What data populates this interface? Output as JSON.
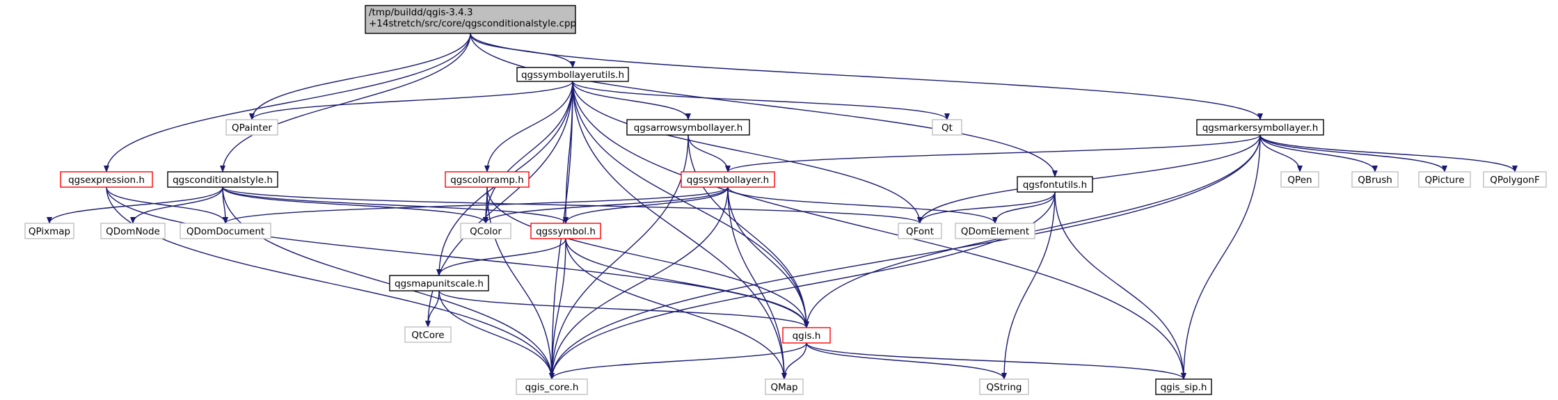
{
  "graph": {
    "nodes": [
      {
        "id": "src",
        "lines": [
          "/tmp/buildd/qgis-3.4.3",
          "+14stretch/src/core/qgsconditionalstyle.cpp"
        ],
        "style": "root"
      },
      {
        "id": "symbollayerutils",
        "lines": [
          "qgssymbollayerutils.h"
        ],
        "style": "doc"
      },
      {
        "id": "painter",
        "lines": [
          "QPainter"
        ],
        "style": "ext"
      },
      {
        "id": "qt",
        "lines": [
          "Qt"
        ],
        "style": "ext"
      },
      {
        "id": "arrowsymbollayer",
        "lines": [
          "qgsarrowsymbollayer.h"
        ],
        "style": "doc"
      },
      {
        "id": "markersymbollayer",
        "lines": [
          "qgsmarkersymbollayer.h"
        ],
        "style": "doc"
      },
      {
        "id": "expression",
        "lines": [
          "qgsexpression.h"
        ],
        "style": "partial"
      },
      {
        "id": "conditionalstyle",
        "lines": [
          "qgsconditionalstyle.h"
        ],
        "style": "doc"
      },
      {
        "id": "colorramp",
        "lines": [
          "qgscolorramp.h"
        ],
        "style": "partial"
      },
      {
        "id": "symbollayer",
        "lines": [
          "qgssymbollayer.h"
        ],
        "style": "partial"
      },
      {
        "id": "fontutils",
        "lines": [
          "qgsfontutils.h"
        ],
        "style": "doc"
      },
      {
        "id": "pen",
        "lines": [
          "QPen"
        ],
        "style": "ext"
      },
      {
        "id": "brush",
        "lines": [
          "QBrush"
        ],
        "style": "ext"
      },
      {
        "id": "picture",
        "lines": [
          "QPicture"
        ],
        "style": "ext"
      },
      {
        "id": "polygonf",
        "lines": [
          "QPolygonF"
        ],
        "style": "ext"
      },
      {
        "id": "pixmap",
        "lines": [
          "QPixmap"
        ],
        "style": "ext"
      },
      {
        "id": "domnode",
        "lines": [
          "QDomNode"
        ],
        "style": "ext"
      },
      {
        "id": "domdocument",
        "lines": [
          "QDomDocument"
        ],
        "style": "ext"
      },
      {
        "id": "color",
        "lines": [
          "QColor"
        ],
        "style": "ext"
      },
      {
        "id": "symbol",
        "lines": [
          "qgssymbol.h"
        ],
        "style": "partial"
      },
      {
        "id": "font",
        "lines": [
          "QFont"
        ],
        "style": "ext"
      },
      {
        "id": "domelement",
        "lines": [
          "QDomElement"
        ],
        "style": "ext"
      },
      {
        "id": "mapunitscale",
        "lines": [
          "qgsmapunitscale.h"
        ],
        "style": "doc"
      },
      {
        "id": "qtcore",
        "lines": [
          "QtCore"
        ],
        "style": "ext"
      },
      {
        "id": "qgis",
        "lines": [
          "qgis.h"
        ],
        "style": "partial"
      },
      {
        "id": "qgis_core",
        "lines": [
          "qgis_core.h"
        ],
        "style": "ext"
      },
      {
        "id": "map",
        "lines": [
          "QMap"
        ],
        "style": "ext"
      },
      {
        "id": "string",
        "lines": [
          "QString"
        ],
        "style": "ext"
      },
      {
        "id": "qgis_sip",
        "lines": [
          "qgis_sip.h"
        ],
        "style": "doc"
      }
    ],
    "edges": [
      [
        "src",
        "symbollayerutils"
      ],
      [
        "src",
        "painter"
      ],
      [
        "src",
        "markersymbollayer"
      ],
      [
        "src",
        "fontutils"
      ],
      [
        "src",
        "expression"
      ],
      [
        "src",
        "conditionalstyle"
      ],
      [
        "symbollayerutils",
        "painter"
      ],
      [
        "symbollayerutils",
        "qt"
      ],
      [
        "symbollayerutils",
        "arrowsymbollayer"
      ],
      [
        "symbollayerutils",
        "colorramp"
      ],
      [
        "symbollayerutils",
        "color"
      ],
      [
        "symbollayerutils",
        "symbol"
      ],
      [
        "symbollayerutils",
        "font"
      ],
      [
        "symbollayerutils",
        "qgis_sip"
      ],
      [
        "symbollayerutils",
        "map"
      ],
      [
        "symbollayerutils",
        "qgis"
      ],
      [
        "symbollayerutils",
        "qtcore"
      ],
      [
        "symbollayerutils",
        "mapunitscale"
      ],
      [
        "symbollayerutils",
        "qgis_core"
      ],
      [
        "arrowsymbollayer",
        "symbollayer"
      ],
      [
        "arrowsymbollayer",
        "qgis"
      ],
      [
        "arrowsymbollayer",
        "qgis_core"
      ],
      [
        "markersymbollayer",
        "symbollayer"
      ],
      [
        "markersymbollayer",
        "pen"
      ],
      [
        "markersymbollayer",
        "brush"
      ],
      [
        "markersymbollayer",
        "picture"
      ],
      [
        "markersymbollayer",
        "polygonf"
      ],
      [
        "markersymbollayer",
        "font"
      ],
      [
        "markersymbollayer",
        "qgis"
      ],
      [
        "markersymbollayer",
        "qgis_core"
      ],
      [
        "markersymbollayer",
        "qgis_sip"
      ],
      [
        "expression",
        "domdocument"
      ],
      [
        "expression",
        "qgis"
      ],
      [
        "expression",
        "qgis_core"
      ],
      [
        "conditionalstyle",
        "pixmap"
      ],
      [
        "conditionalstyle",
        "domnode"
      ],
      [
        "conditionalstyle",
        "domdocument"
      ],
      [
        "conditionalstyle",
        "color"
      ],
      [
        "conditionalstyle",
        "font"
      ],
      [
        "conditionalstyle",
        "symbol"
      ],
      [
        "conditionalstyle",
        "qgis_core"
      ],
      [
        "colorramp",
        "color"
      ],
      [
        "colorramp",
        "qgis"
      ],
      [
        "colorramp",
        "qgis_core"
      ],
      [
        "symbollayer",
        "color"
      ],
      [
        "symbollayer",
        "domdocument"
      ],
      [
        "symbollayer",
        "domelement"
      ],
      [
        "symbollayer",
        "symbol"
      ],
      [
        "symbollayer",
        "qgis"
      ],
      [
        "symbollayer",
        "map"
      ],
      [
        "symbollayer",
        "qgis_core"
      ],
      [
        "fontutils",
        "font"
      ],
      [
        "fontutils",
        "domelement"
      ],
      [
        "fontutils",
        "string"
      ],
      [
        "fontutils",
        "qgis_sip"
      ],
      [
        "fontutils",
        "qgis_core"
      ],
      [
        "symbol",
        "mapunitscale"
      ],
      [
        "symbol",
        "qgis"
      ],
      [
        "symbol",
        "map"
      ],
      [
        "symbol",
        "qgis_core"
      ],
      [
        "mapunitscale",
        "qtcore"
      ],
      [
        "mapunitscale",
        "qgis"
      ],
      [
        "mapunitscale",
        "qgis_core"
      ],
      [
        "qgis",
        "qgis_core"
      ],
      [
        "qgis",
        "map"
      ],
      [
        "qgis",
        "string"
      ],
      [
        "qgis",
        "qgis_sip"
      ]
    ]
  },
  "colors": {
    "edge": "#191970",
    "root_fill": "#bfbfbf",
    "root_border": "#000000",
    "doc_border": "#000000",
    "partial_border": "#ff0000",
    "ext_border": "#bfbfbf",
    "text": "#000000"
  }
}
